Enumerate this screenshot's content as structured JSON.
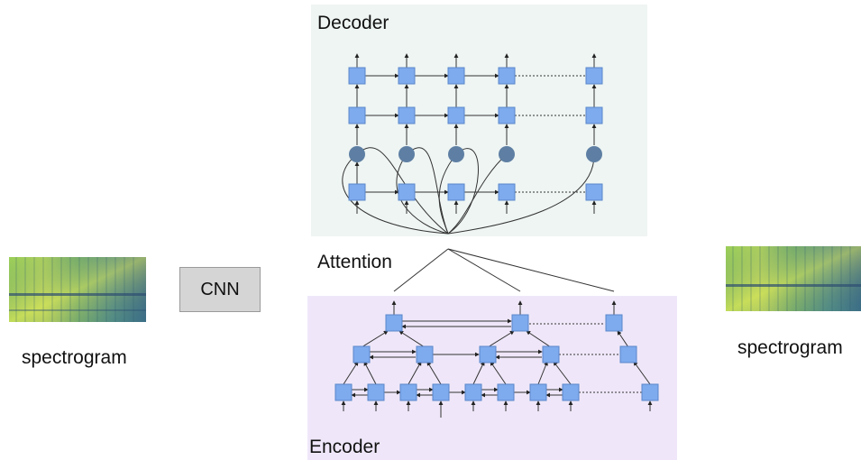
{
  "decoder": {
    "title": "Decoder"
  },
  "encoder": {
    "title": "Encoder"
  },
  "attention": {
    "label": "Attention"
  },
  "cnn": {
    "label": "CNN"
  },
  "input_spectrogram": {
    "label": "spectrogram"
  },
  "output_spectrogram": {
    "label": "spectrogram"
  },
  "colors": {
    "node": "#7eaaee",
    "node_border": "#5b87c9",
    "attention_node": "#5e7fa3",
    "decoder_bg": "#eef5f3",
    "encoder_bg": "#efe7f9",
    "cnn_bg": "#d5d5d5"
  }
}
